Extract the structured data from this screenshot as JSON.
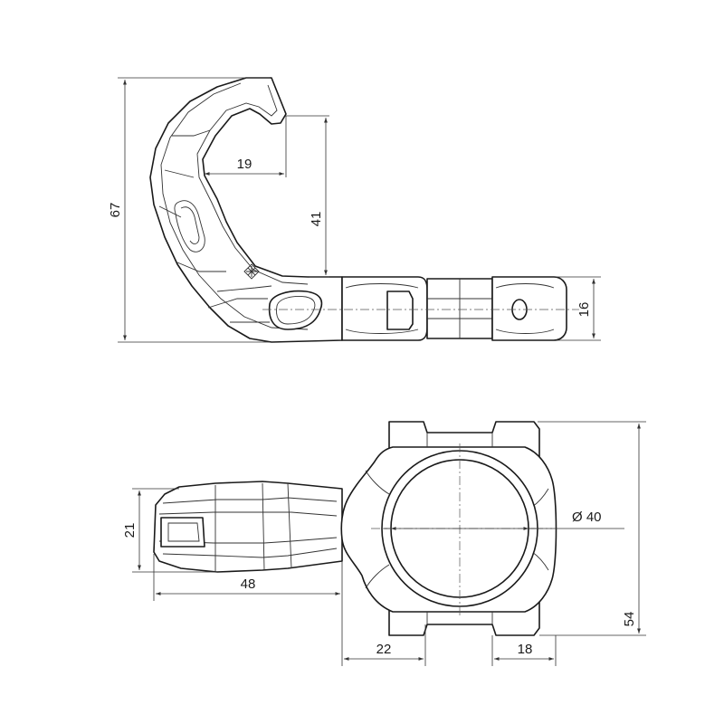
{
  "dimensions": {
    "total_height": "67",
    "hook_width": "19",
    "hook_depth": "41",
    "tube_diameter_side": "16",
    "arm_width": "21",
    "arm_length": "48",
    "clamp_diameter": "Ø 40",
    "clamp_height": "54",
    "collar_width_left": "22",
    "collar_width_right": "18"
  }
}
